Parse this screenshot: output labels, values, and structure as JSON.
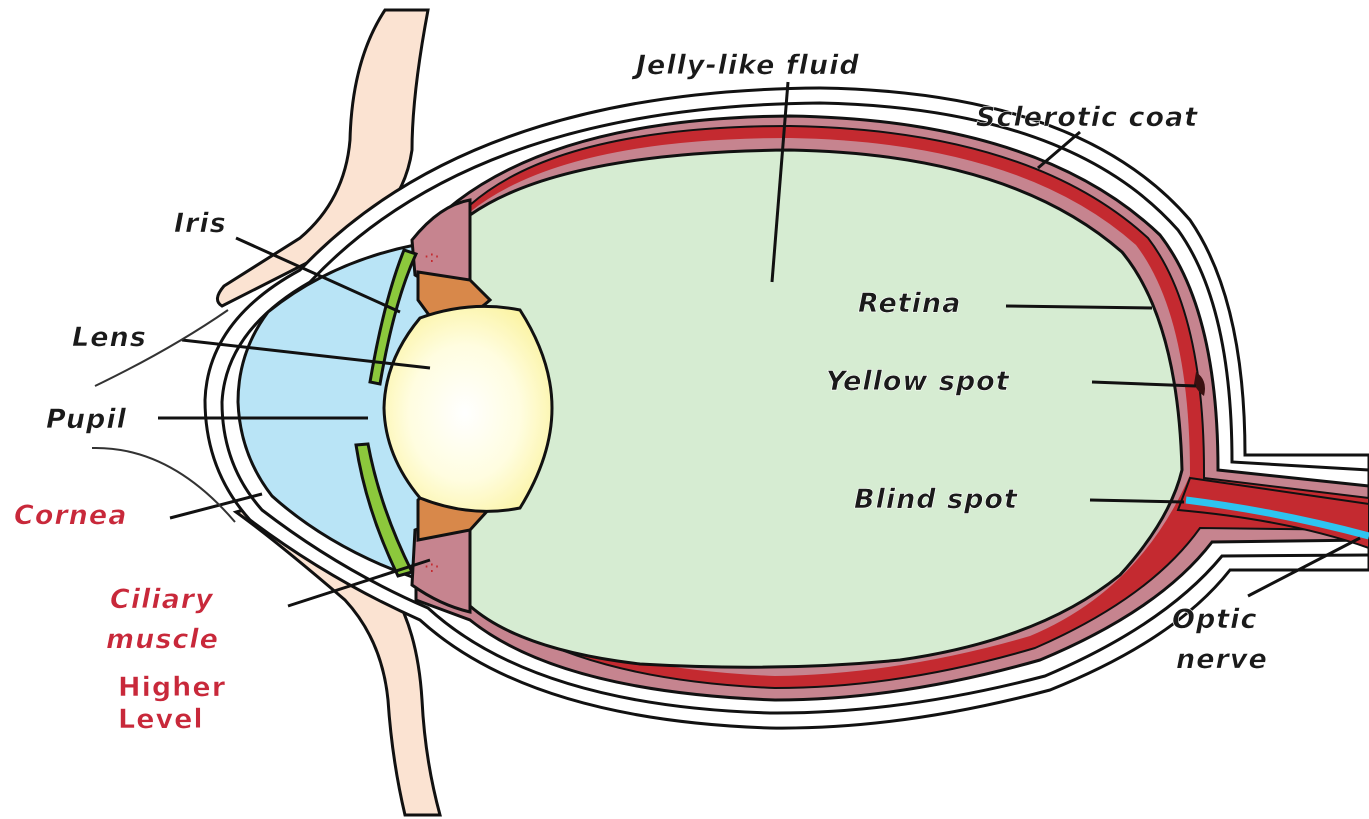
{
  "labels": {
    "jelly_like_fluid": "Jelly-like fluid",
    "sclerotic_coat": "Sclerotic coat",
    "iris": "Iris",
    "lens": "Lens",
    "pupil": "Pupil",
    "cornea": "Cornea",
    "ciliary_muscle_line1": "Ciliary",
    "ciliary_muscle_line2": "muscle",
    "higher_level_line1": "Higher",
    "higher_level_line2": "Level",
    "retina": "Retina",
    "yellow_spot": "Yellow spot",
    "blind_spot": "Blind spot",
    "optic_nerve_line1": "Optic",
    "optic_nerve_line2": "nerve"
  },
  "colors": {
    "eyelid_skin": "#fbe3d2",
    "vitreous": "#d6ecd2",
    "sclera_band": "#c6848f",
    "choroid_red": "#c42a30",
    "aqueous": "#b9e4f6",
    "iris_green": "#8cc83c",
    "lens_yellow": "#fffbc0",
    "ciliary_orange": "#d8884a",
    "optic_blue": "#2ec4f0",
    "red_label": "#c8283a"
  }
}
